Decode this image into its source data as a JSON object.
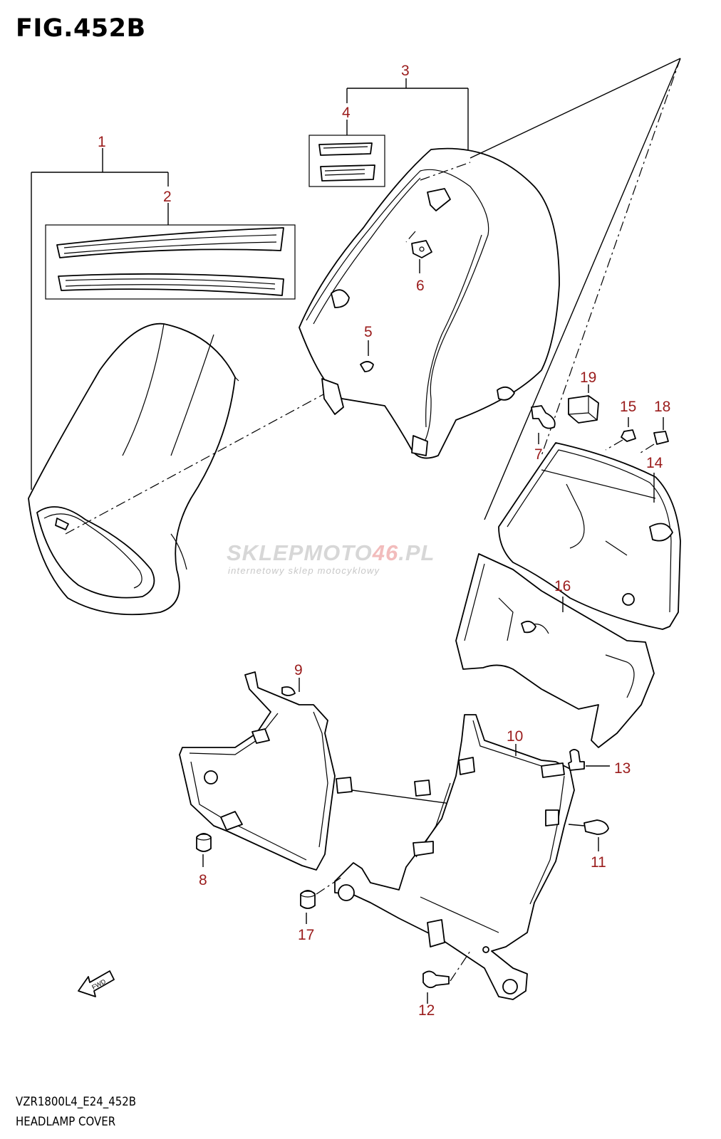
{
  "figure": {
    "title": "FIG.452B"
  },
  "footer": {
    "model_code": "VZR1800L4_E24_452B",
    "section_name": "HEADLAMP COVER"
  },
  "watermark": {
    "brand_main": "SKLEPMOTO",
    "brand_accent": "46",
    "brand_tld": ".PL",
    "tagline": "internetowy sklep motocyklowy"
  },
  "callouts": [
    "1",
    "2",
    "3",
    "4",
    "5",
    "6",
    "7",
    "8",
    "9",
    "10",
    "11",
    "12",
    "13",
    "14",
    "15",
    "16",
    "17",
    "18",
    "19"
  ],
  "fwd_label": "FWD",
  "colors": {
    "callout": "#9a1b1b",
    "line": "#000000",
    "watermark": "#d7d7d7",
    "watermark_accent": "#f2bcbc"
  }
}
